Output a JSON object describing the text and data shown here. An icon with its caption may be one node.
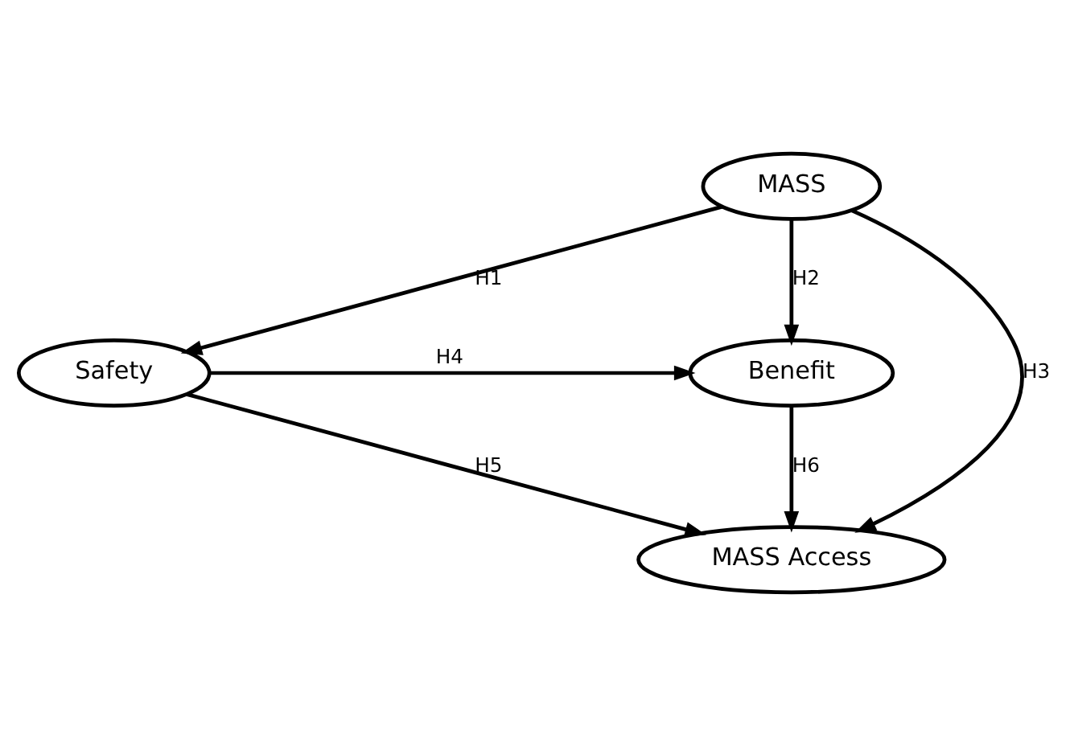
{
  "diagram": {
    "nodes": [
      {
        "text": [
          "MASS"
        ]
      },
      {
        "text": [
          "Safety"
        ]
      },
      {
        "text": [
          "Benefit"
        ]
      },
      {
        "text": [
          "MASS Access"
        ]
      }
    ],
    "edges": [
      {
        "from": 0,
        "to": 1,
        "arrow": "to",
        "label": "H1"
      },
      {
        "from": 0,
        "to": 2,
        "arrow": "to",
        "label": "H2"
      },
      {
        "from": 0,
        "to": 3,
        "arrow": "to",
        "label": "H3"
      },
      {
        "from": 1,
        "to": 2,
        "arrow": "to",
        "label": "H4"
      },
      {
        "from": 1,
        "to": 3,
        "arrow": "to",
        "label": "H5"
      },
      {
        "from": 2,
        "to": 3,
        "arrow": "to",
        "label": "H6"
      }
    ]
  }
}
